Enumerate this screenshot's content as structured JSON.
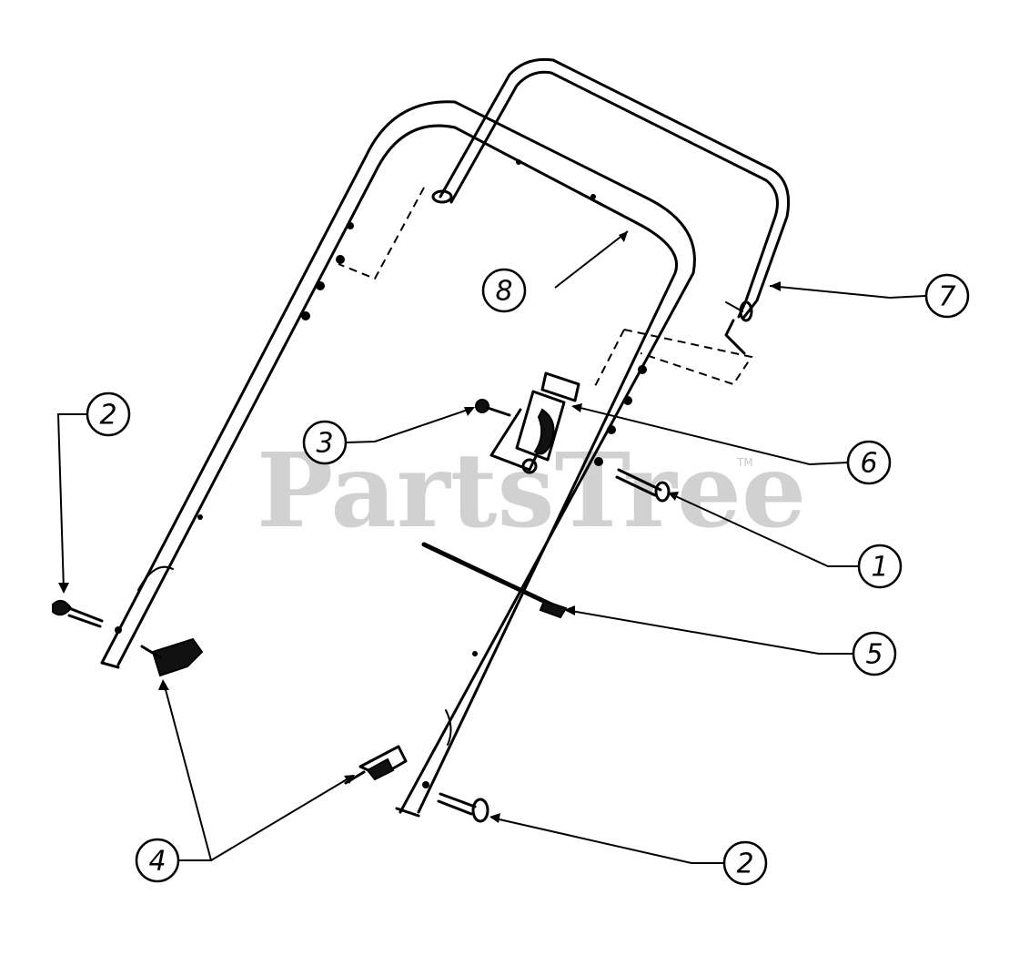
{
  "watermark": {
    "text": "PartsTree",
    "trademark": "TM"
  },
  "callouts": [
    {
      "id": "callout-8",
      "label": "8"
    },
    {
      "id": "callout-7",
      "label": "7"
    },
    {
      "id": "callout-2-left",
      "label": "2"
    },
    {
      "id": "callout-3",
      "label": "3"
    },
    {
      "id": "callout-6",
      "label": "6"
    },
    {
      "id": "callout-1",
      "label": "1"
    },
    {
      "id": "callout-5",
      "label": "5"
    },
    {
      "id": "callout-4",
      "label": "4"
    },
    {
      "id": "callout-2-right",
      "label": "2"
    }
  ]
}
